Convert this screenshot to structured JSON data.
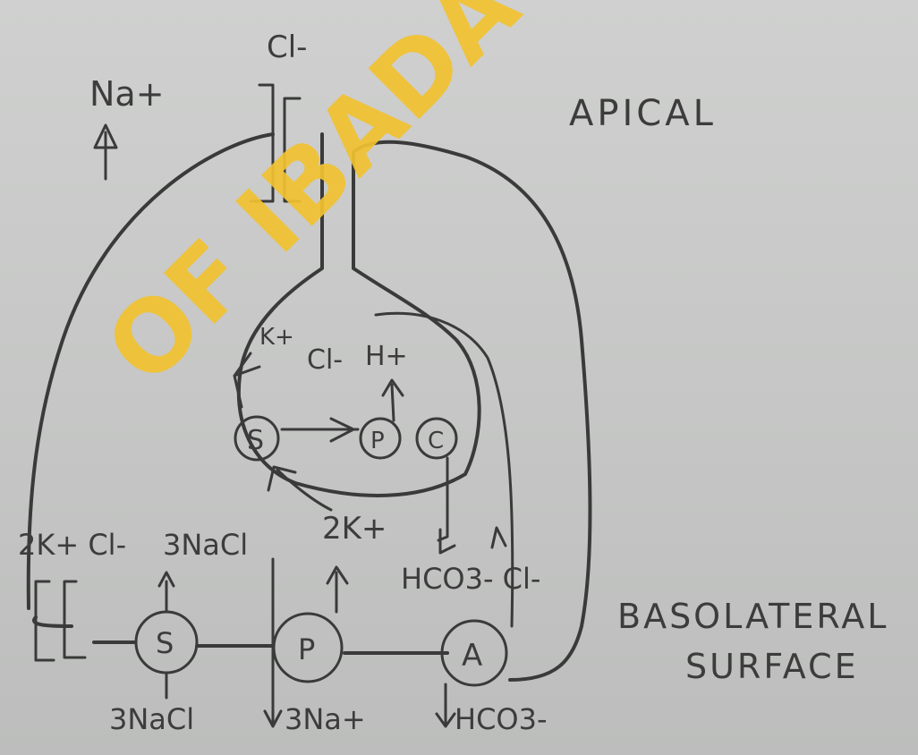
{
  "watermark": {
    "text": "OF IBADA",
    "color": "#f2c230"
  },
  "labels": {
    "apical": "APICAL",
    "basolateral_line1": "BASOLATERAL",
    "basolateral_line2": "SURFACE"
  },
  "ions": {
    "na_top": "Na+",
    "cl_top": "Cl-",
    "k_inner": "K+",
    "cl_inner": "Cl-",
    "h_inner": "H+",
    "two_k_center": "2K+",
    "two_k_cl_left": "2K+ Cl-",
    "three_nacl_top": "3NaCl",
    "hco3_cl": "HCO3- Cl-",
    "three_nacl_bottom": "3NaCl",
    "three_na_bottom": "3Na+",
    "hco3_bottom": "HCO3-"
  },
  "transporters": {
    "s_inner": "S",
    "p_inner": "P",
    "c_inner": "C",
    "s_basal": "S",
    "p_basal": "P",
    "a_basal": "A"
  },
  "colors": {
    "ink": "#3a3a3a",
    "paper": "#c9cac9"
  }
}
